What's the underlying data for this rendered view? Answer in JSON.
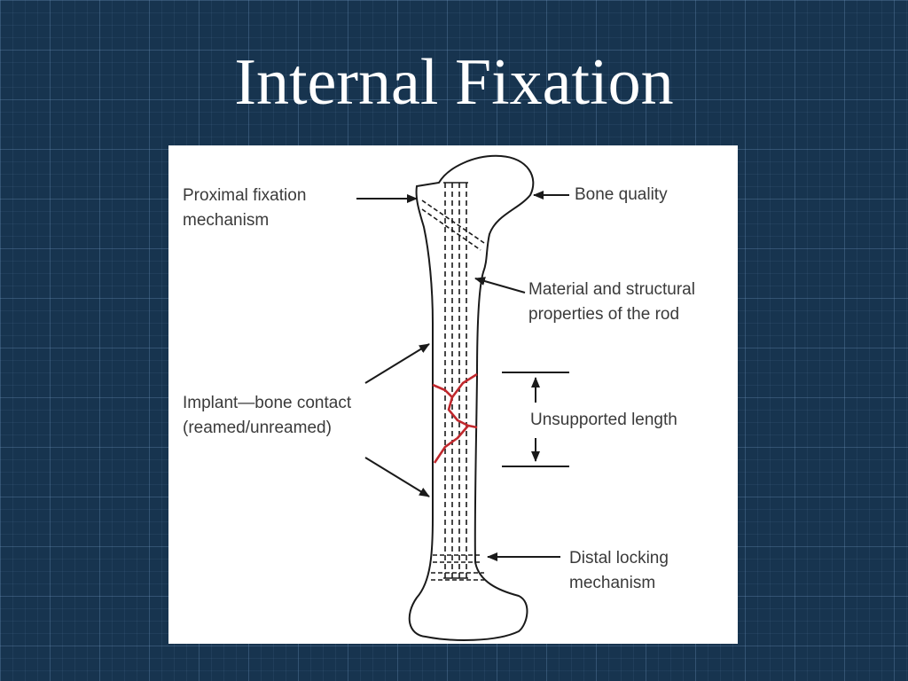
{
  "slide": {
    "title": "Internal Fixation"
  },
  "figure": {
    "labels": {
      "proximal_line1": "Proximal fixation",
      "proximal_line2": "mechanism",
      "bone_quality": "Bone quality",
      "material_line1": "Material and structural",
      "material_line2": "properties of the rod",
      "contact_line1": "Implant—bone contact",
      "contact_line2": "(reamed/unreamed)",
      "unsupported": "Unsupported length",
      "distal_line1": "Distal locking",
      "distal_line2": "mechanism"
    },
    "colors": {
      "fracture": "#c0282d",
      "outline": "#1a1a1a",
      "background": "#ffffff"
    }
  }
}
